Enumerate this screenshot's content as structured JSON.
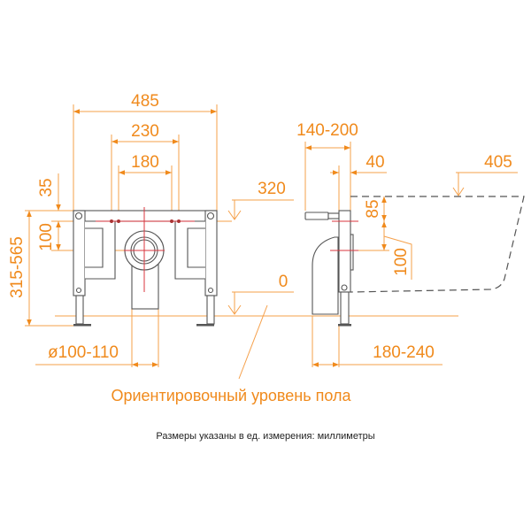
{
  "dimensions": {
    "overall_width": "485",
    "mount_width": "230",
    "stud_spacing": "180",
    "top_offset": "35",
    "outlet_drop": "100",
    "frame_height": "315-565",
    "level_320": "320",
    "level_0": "0",
    "pipe_diameter": "ø100-110",
    "side_depth": "140-200",
    "side_40": "40",
    "bowl_length": "405",
    "side_85": "85",
    "side_100": "100",
    "side_base": "180-240"
  },
  "floor_label": "Ориентировочный уровень пола",
  "units_note": "Размеры указаны в ед. измерения: миллиметры",
  "colors": {
    "accent": "#f08a1c",
    "line": "#555555",
    "center": "#d9363e"
  }
}
